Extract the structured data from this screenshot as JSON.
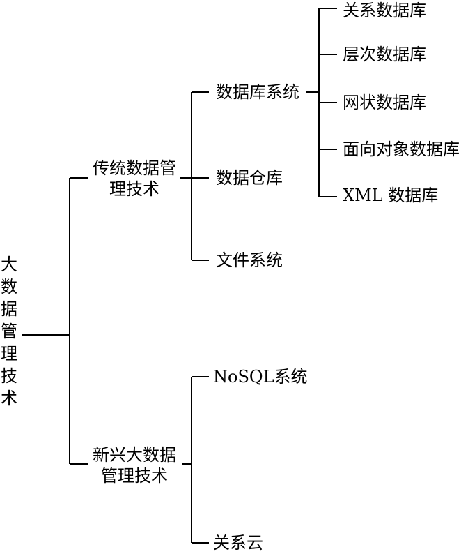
{
  "tree": {
    "root": {
      "chars": [
        "大",
        "数",
        "据",
        "管",
        "理",
        "技",
        "术"
      ]
    },
    "traditional": {
      "line1": "传统数据管",
      "line2": "理技术",
      "children": {
        "db_system": "数据库系统",
        "data_warehouse": "数据仓库",
        "file_system": "文件系统"
      },
      "db_types": [
        "关系数据库",
        "层次数据库",
        "网状数据库",
        "面向对象数据库",
        "XML 数据库"
      ]
    },
    "emerging": {
      "line1": "新兴大数据",
      "line2": "管理技术",
      "children": {
        "nosql": "NoSQL系统",
        "relational_cloud": "关系云"
      }
    }
  }
}
